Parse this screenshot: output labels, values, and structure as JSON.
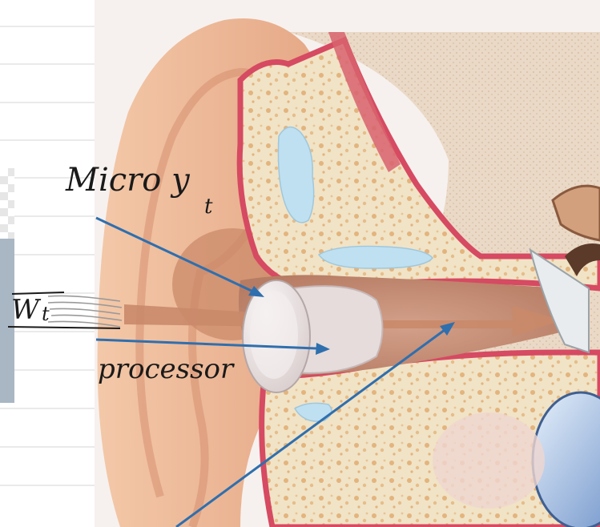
{
  "annotations": {
    "mic_label": "Micro y",
    "mic_sub": "t",
    "input_label": "W",
    "input_sub": "t",
    "processor_label": "processor"
  },
  "colors": {
    "ink": "#1a1a1a",
    "arrow": "#2f6fae",
    "canal_arrow": "#c98a6a",
    "skin": "#e9b08e",
    "bone": "#efe1c4",
    "bone_dots": "#e0b27a",
    "cartilage": "#d8526a",
    "fluid": "#bfe0f0",
    "device": "#ece4e4"
  }
}
